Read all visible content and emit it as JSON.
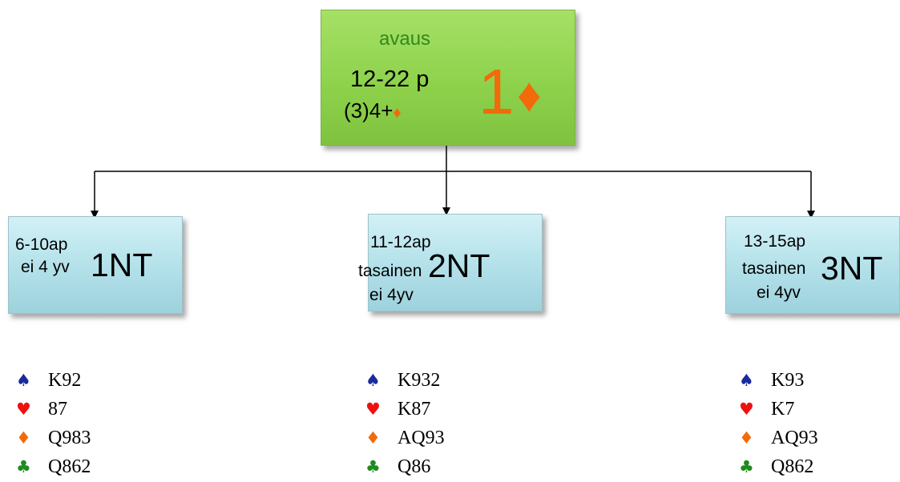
{
  "colors": {
    "opening_box": "#8ed24c",
    "response_box": "#b2e0e9",
    "bid_orange": "#f26a0a",
    "opening_label_green": "#2f8a1c",
    "spade": "#1a2a9c",
    "heart": "#ee1111",
    "diamond": "#f26a0a",
    "club": "#1f8a1f"
  },
  "opening": {
    "label": "avaus",
    "points": "12-22 p",
    "length": "(3)4+",
    "length_suit": "♦",
    "bid_level": "1",
    "bid_suit": "♦"
  },
  "responses": [
    {
      "line1": "6-10ap",
      "line2": "ei 4 yv",
      "bid": "1NT",
      "hand": [
        {
          "suit": "♠",
          "cards": "K92"
        },
        {
          "suit": "♥",
          "cards": "87"
        },
        {
          "suit": "♦",
          "cards": "Q983"
        },
        {
          "suit": "♣",
          "cards": "Q862"
        }
      ]
    },
    {
      "line1": "11-12ap",
      "line2": "tasainen",
      "line3": "ei 4yv",
      "bid": "2NT",
      "hand": [
        {
          "suit": "♠",
          "cards": "K932"
        },
        {
          "suit": "♥",
          "cards": "K87"
        },
        {
          "suit": "♦",
          "cards": "AQ93"
        },
        {
          "suit": "♣",
          "cards": "Q86"
        }
      ]
    },
    {
      "line1": "13-15ap",
      "line2": "tasainen",
      "line3": "ei 4yv",
      "bid": "3NT",
      "hand": [
        {
          "suit": "♠",
          "cards": "K93"
        },
        {
          "suit": "♥",
          "cards": "K7"
        },
        {
          "suit": "♦",
          "cards": "AQ93"
        },
        {
          "suit": "♣",
          "cards": "Q862"
        }
      ]
    }
  ]
}
